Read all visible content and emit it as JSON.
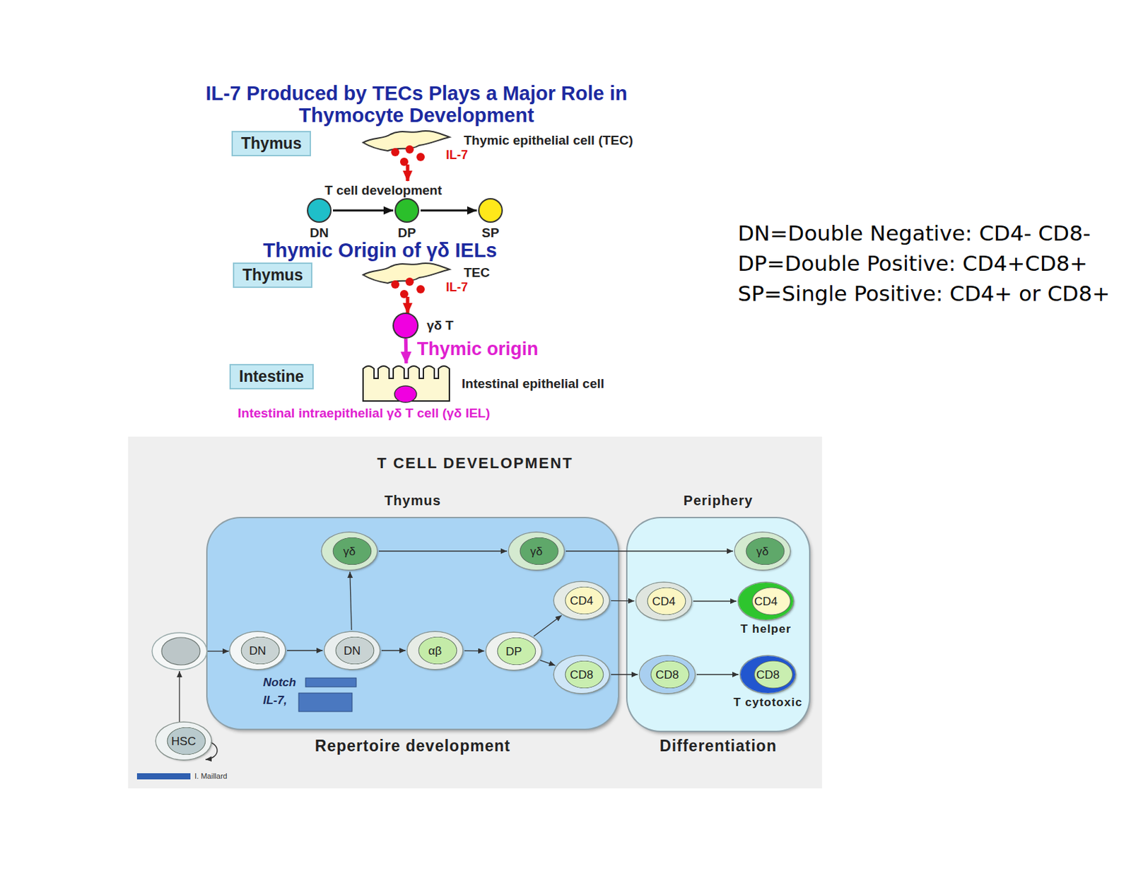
{
  "diagram": {
    "title": "IL-7 Produced by TECs Plays a Major Role in Thymocyte Development",
    "nodes": [
      {
        "text": [
          "Thymus"
        ]
      },
      {
        "text": [
          "DN"
        ]
      },
      {
        "text": [
          "DP"
        ]
      },
      {
        "text": [
          "SP"
        ]
      },
      {
        "text": [
          "Thymus"
        ]
      },
      {
        "text": [
          "γδ T"
        ]
      },
      {
        "text": [
          "Intestine"
        ]
      },
      {
        "text": [
          "Intestinal epithelial cell"
        ]
      },
      {
        "text": [
          "T CELL DEVELOPMENT"
        ]
      },
      {
        "text": [
          "Thymus",
          "Repertoire development"
        ],
        "in": 8
      },
      {
        "text": [
          "Periphery",
          "Differentiation"
        ],
        "in": 8
      },
      {
        "text": [
          "DN"
        ],
        "in": 9
      },
      {
        "text": [
          "DN"
        ],
        "in": 9
      },
      {
        "text": [
          "γδ"
        ],
        "in": 9
      },
      {
        "text": [
          "γδ"
        ],
        "in": 9
      },
      {
        "text": [
          "αβ"
        ],
        "in": 9
      },
      {
        "text": [
          "DP"
        ],
        "in": 9
      },
      {
        "text": [
          "CD4"
        ],
        "in": 9
      },
      {
        "text": [
          "CD8"
        ],
        "in": 9
      },
      {
        "text": [
          "γδ"
        ],
        "in": 10
      },
      {
        "text": [
          "CD4"
        ],
        "in": 10
      },
      {
        "text": [
          "CD4",
          "T helper"
        ],
        "in": 10
      },
      {
        "text": [
          "CD8"
        ],
        "in": 10
      },
      {
        "text": [
          "CD8",
          "T cytotoxic"
        ],
        "in": 10
      },
      {
        "text": [
          "HSC"
        ],
        "in": 8
      }
    ],
    "edges": [
      {
        "from": 1,
        "to": 2,
        "arrow": "to"
      },
      {
        "from": 2,
        "to": 3,
        "arrow": "to"
      },
      {
        "from": 5,
        "to": 7,
        "label": "Thymic origin",
        "arrow": "to"
      },
      {
        "from": 11,
        "to": 12,
        "arrow": "to"
      },
      {
        "from": 12,
        "to": 13,
        "arrow": "to"
      },
      {
        "from": 13,
        "to": 14,
        "arrow": "to"
      },
      {
        "from": 14,
        "to": 19,
        "arrow": "to"
      },
      {
        "from": 12,
        "to": 15,
        "arrow": "to"
      },
      {
        "from": 15,
        "to": 16,
        "arrow": "to"
      },
      {
        "from": 16,
        "to": 17,
        "arrow": "to"
      },
      {
        "from": 16,
        "to": 18,
        "arrow": "to"
      },
      {
        "from": 17,
        "to": 20,
        "arrow": "to"
      },
      {
        "from": 20,
        "to": 21,
        "arrow": "to"
      },
      {
        "from": 18,
        "to": 22,
        "arrow": "to"
      },
      {
        "from": 22,
        "to": 23,
        "arrow": "to"
      }
    ],
    "labels": [
      "Thymic epithelial cell (TEC)",
      "IL-7",
      "T cell development",
      "Thymic Origin of γδ IELs",
      "TEC",
      "IL-7",
      "Intestinal intraepithelial γδ T cell (γδ IEL)",
      "DN=Double Negative: CD4- CD8-",
      "DP=Double Positive: CD4+CD8+",
      "SP=Single Positive: CD4+ or CD8+",
      "Notch",
      "IL-7,",
      "I. Maillard"
    ]
  }
}
